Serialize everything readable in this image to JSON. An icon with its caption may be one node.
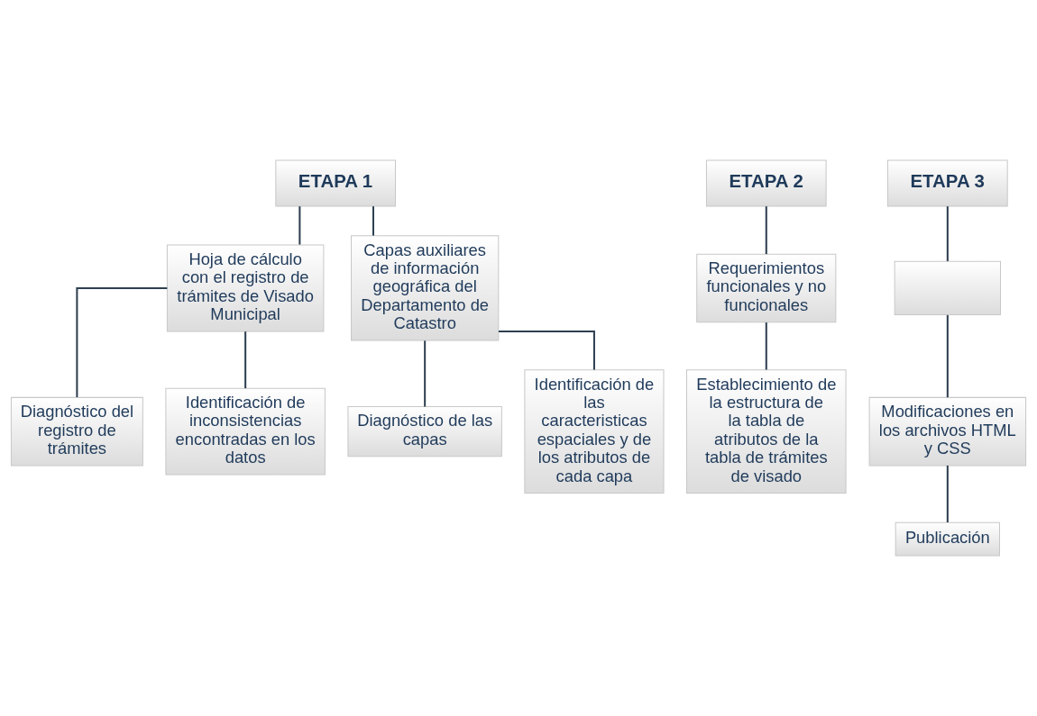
{
  "diagram": {
    "nodes": [
      {
        "text": [
          "ETAPA 1"
        ]
      },
      {
        "text": [
          "Hoja de cálculo con el registro de trámites de Visado Municipal"
        ]
      },
      {
        "text": [
          "Capas auxiliares de información geográfica del Departamento de Catastro"
        ]
      },
      {
        "text": [
          "Diagnóstico del registro de trámites"
        ]
      },
      {
        "text": [
          "Identificación de inconsistencias encontradas en los datos"
        ]
      },
      {
        "text": [
          "Diagnóstico de las capas"
        ]
      },
      {
        "text": [
          "Identificación de las caracteristicas espaciales y de los atributos de cada capa"
        ]
      },
      {
        "text": [
          "ETAPA 2"
        ]
      },
      {
        "text": [
          "Requerimientos funcionales y no funcionales"
        ]
      },
      {
        "text": [
          "Establecimiento de la estructura de la tabla de atributos de la tabla de trámites de visado"
        ]
      },
      {
        "text": [
          "ETAPA 3"
        ]
      },
      {
        "text": [],
        "shape": "box"
      },
      {
        "text": [
          "Modificaciones en los archivos HTML y CSS"
        ]
      },
      {
        "text": [
          "Publicación"
        ]
      }
    ],
    "edges": [
      {
        "from": 0,
        "to": 1,
        "arrow": "none"
      },
      {
        "from": 0,
        "to": 2,
        "arrow": "none"
      },
      {
        "from": 1,
        "to": 3,
        "arrow": "none"
      },
      {
        "from": 1,
        "to": 4,
        "arrow": "none"
      },
      {
        "from": 2,
        "to": 5,
        "arrow": "none"
      },
      {
        "from": 2,
        "to": 6,
        "arrow": "none"
      },
      {
        "from": 7,
        "to": 8,
        "arrow": "none"
      },
      {
        "from": 8,
        "to": 9,
        "arrow": "none"
      },
      {
        "from": 10,
        "to": 11,
        "arrow": "none"
      },
      {
        "from": 11,
        "to": 12,
        "arrow": "none"
      },
      {
        "from": 12,
        "to": 13,
        "arrow": "none"
      }
    ]
  }
}
